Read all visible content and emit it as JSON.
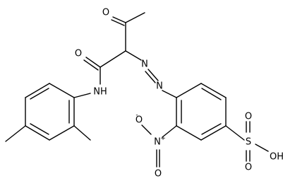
{
  "atoms": {
    "acetyl_oxygen": "O",
    "amide_oxygen": "O",
    "amide_nh": "NH",
    "azo_n1": "N",
    "azo_n2": "N",
    "nitro_oxygen_minus": "O",
    "nitro_charge_minus": "-",
    "nitro_nitrogen": "N",
    "nitro_charge_plus": "+",
    "nitro_oxygen": "O",
    "sulfur": "S",
    "sulfonyl_oxygen_top": "O",
    "sulfonyl_oxygen_bottom": "O",
    "hydroxyl": "OH"
  }
}
